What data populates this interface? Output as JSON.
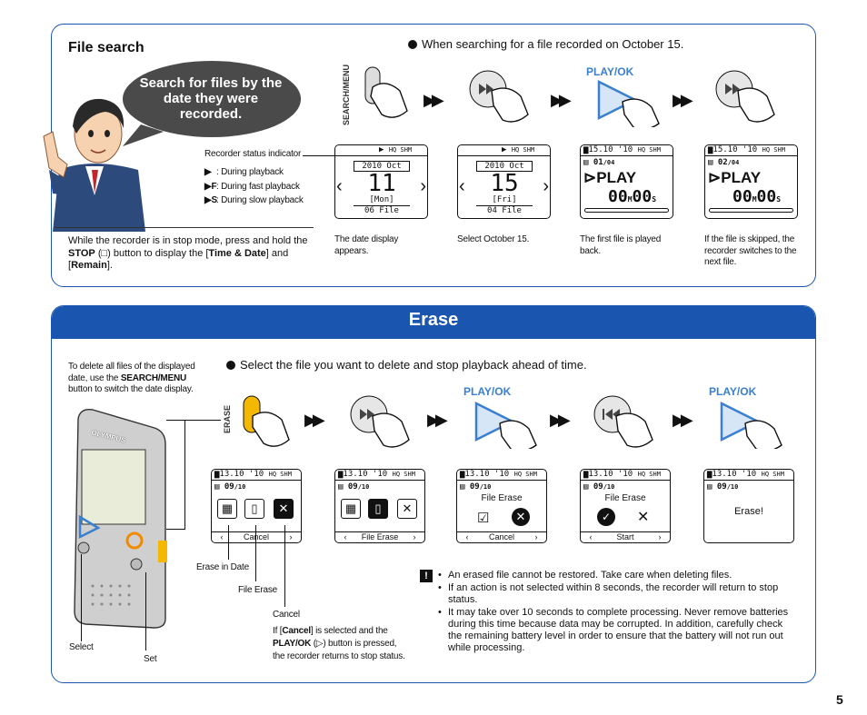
{
  "file_search": {
    "heading": "File search",
    "bubble": "Search for files by the date they were recorded.",
    "bullet": "When searching for a file recorded on October 15.",
    "search_menu_label": "SEARCH/MENU",
    "play_ok_label": "PLAY/OK",
    "status_indicator_label": "Recorder status indicator",
    "legend": [
      {
        "symbol": "▶",
        "text": ": During playback"
      },
      {
        "symbol": "▶F",
        "text": ": During fast playback"
      },
      {
        "symbol": "▶S",
        "text": ": During slow playback"
      }
    ],
    "stop_text_a": "While the recorder is in stop mode, press and hold the ",
    "stop_bold": "STOP",
    "stop_text_b": " (□) button to display the [",
    "time_date_bold": "Time & Date",
    "stop_text_c": "] and [",
    "remain_bold": "Remain",
    "stop_text_d": "].",
    "screens": [
      {
        "bar_icon": "▶",
        "quality": "HQ SHM",
        "year": "2010 Oct",
        "day": "11",
        "dow": "[Mon]",
        "files": "06 File",
        "caption": "The date display appears."
      },
      {
        "bar_icon": "▶",
        "quality": "HQ SHM",
        "year": "2010 Oct",
        "day": "15",
        "dow": "[Fri]",
        "files": "04 File",
        "caption": "Select October 15."
      },
      {
        "date": "15.10 '10",
        "quality": "HQ SHM",
        "index": "01",
        "total": "/04",
        "mode": "PLAY",
        "time": "00",
        "time_m": "M",
        "time2": "00",
        "time_s": "S",
        "caption": "The first file is played back."
      },
      {
        "date": "15.10 '10",
        "quality": "HQ SHM",
        "index": "02",
        "total": "/04",
        "mode": "PLAY",
        "time": "00",
        "time_m": "M",
        "time2": "00",
        "time_s": "S",
        "caption": "If the file is skipped, the recorder switches to the next file."
      }
    ]
  },
  "erase": {
    "title": "Erase",
    "intro_a": "To delete all files of the displayed date, use the ",
    "intro_bold": "SEARCH/MENU",
    "intro_b": " button to switch the date display.",
    "bullet": "Select the file you want to delete and stop playback ahead of time.",
    "erase_label": "ERASE",
    "play_ok_1": "PLAY/OK",
    "play_ok_2": "PLAY/OK",
    "device_brand": "OLYMPUS",
    "screens": [
      {
        "date": "13.10 '10",
        "quality": "HQ SHM",
        "file": "09",
        "total": "/10",
        "bottom": "Cancel"
      },
      {
        "date": "13.10 '10",
        "quality": "HQ SHM",
        "file": "09",
        "total": "/10",
        "bottom": "File Erase"
      },
      {
        "date": "13.10 '10",
        "quality": "HQ SHM",
        "file": "09",
        "total": "/10",
        "mid": "File Erase",
        "bottom": "Cancel"
      },
      {
        "date": "13.10 '10",
        "quality": "HQ SHM",
        "file": "09",
        "total": "/10",
        "mid": "File Erase",
        "bottom": "Start"
      },
      {
        "date": "13.10 '10",
        "quality": "HQ SHM",
        "file": "09",
        "total": "/10",
        "message": "Erase!"
      }
    ],
    "callouts": {
      "erase_in_date": "Erase in Date",
      "file_erase": "File Erase",
      "cancel": "Cancel",
      "cancel_note_a": "If [",
      "cancel_note_bold": "Cancel",
      "cancel_note_b": "] is selected and the ",
      "cancel_note_bold2": "PLAY/OK",
      "cancel_note_c": " (▷) button is pressed, the recorder returns to stop status.",
      "select": "Select",
      "set": "Set"
    },
    "notes": [
      "An erased file cannot be restored. Take care when deleting files.",
      "If an action is not selected within 8 seconds, the recorder will return to stop status.",
      "It may take over 10 seconds to complete processing. Never remove batteries during this time because data may be corrupted. In addition, carefully check the remaining battery level in order to ensure that the battery will not run out while processing."
    ]
  },
  "page_number": "5",
  "colors": {
    "frame": "#1a56b0",
    "accent_blue": "#3a7fd0",
    "erase_yellow": "#f5b800",
    "bubble": "#4a4a4a"
  }
}
